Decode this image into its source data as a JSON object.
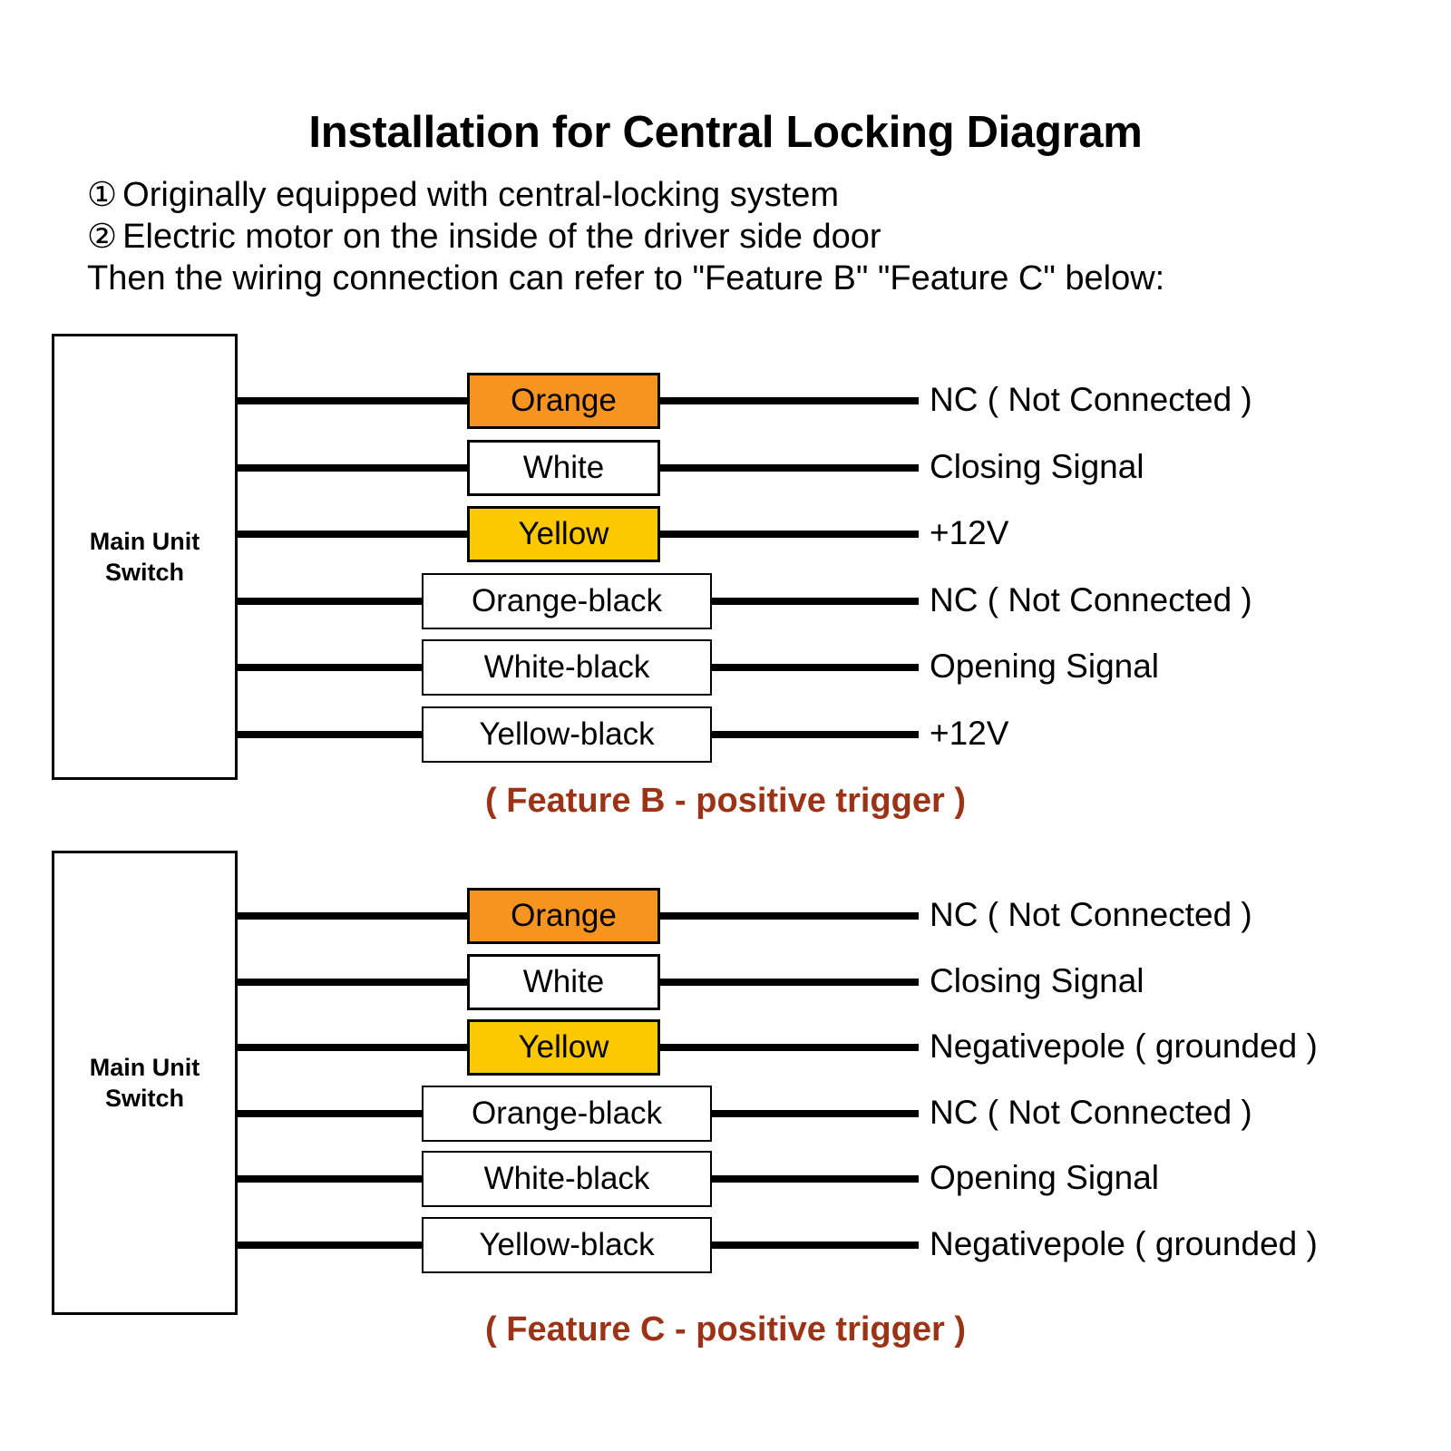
{
  "header": {
    "title": "Installation for Central Locking Diagram",
    "notes": [
      {
        "marker": "①",
        "text": "Originally equipped with central-locking system"
      },
      {
        "marker": "②",
        "text": "Electric motor on the inside of the driver side door"
      }
    ],
    "conclusion": "Then the wiring connection can refer to \"Feature B\" \"Feature C\" below:"
  },
  "colors": {
    "orange": "#F79420",
    "yellow": "#FCC800",
    "white": "#FFFFFF",
    "wire": "#000000",
    "caption": "#9C3316"
  },
  "diagrams": [
    {
      "id": "feature-b",
      "unit_label": "Main Unit\nSwitch",
      "caption": "( Feature B - positive trigger )",
      "rows": [
        {
          "wire": "Orange",
          "fill": "#F79420",
          "wide": false,
          "func": "NC ( Not Connected )"
        },
        {
          "wire": "White",
          "fill": "#FFFFFF",
          "wide": false,
          "func": "Closing Signal"
        },
        {
          "wire": "Yellow",
          "fill": "#FCC800",
          "wide": false,
          "func": "+12V"
        },
        {
          "wire": "Orange-black",
          "fill": "#FFFFFF",
          "wide": true,
          "func": "NC ( Not Connected )"
        },
        {
          "wire": "White-black",
          "fill": "#FFFFFF",
          "wide": true,
          "func": "Opening Signal"
        },
        {
          "wire": "Yellow-black",
          "fill": "#FFFFFF",
          "wide": true,
          "func": "+12V"
        }
      ]
    },
    {
      "id": "feature-c",
      "unit_label": "Main Unit\nSwitch",
      "caption": "( Feature C - positive trigger )",
      "rows": [
        {
          "wire": "Orange",
          "fill": "#F79420",
          "wide": false,
          "func": "NC ( Not Connected )"
        },
        {
          "wire": "White",
          "fill": "#FFFFFF",
          "wide": false,
          "func": "Closing Signal"
        },
        {
          "wire": "Yellow",
          "fill": "#FCC800",
          "wide": false,
          "func": "Negativepole ( grounded )"
        },
        {
          "wire": "Orange-black",
          "fill": "#FFFFFF",
          "wide": true,
          "func": "NC ( Not Connected )"
        },
        {
          "wire": "White-black",
          "fill": "#FFFFFF",
          "wide": true,
          "func": "Opening Signal"
        },
        {
          "wire": "Yellow-black",
          "fill": "#FFFFFF",
          "wide": true,
          "func": "Negativepole ( grounded )"
        }
      ]
    }
  ]
}
